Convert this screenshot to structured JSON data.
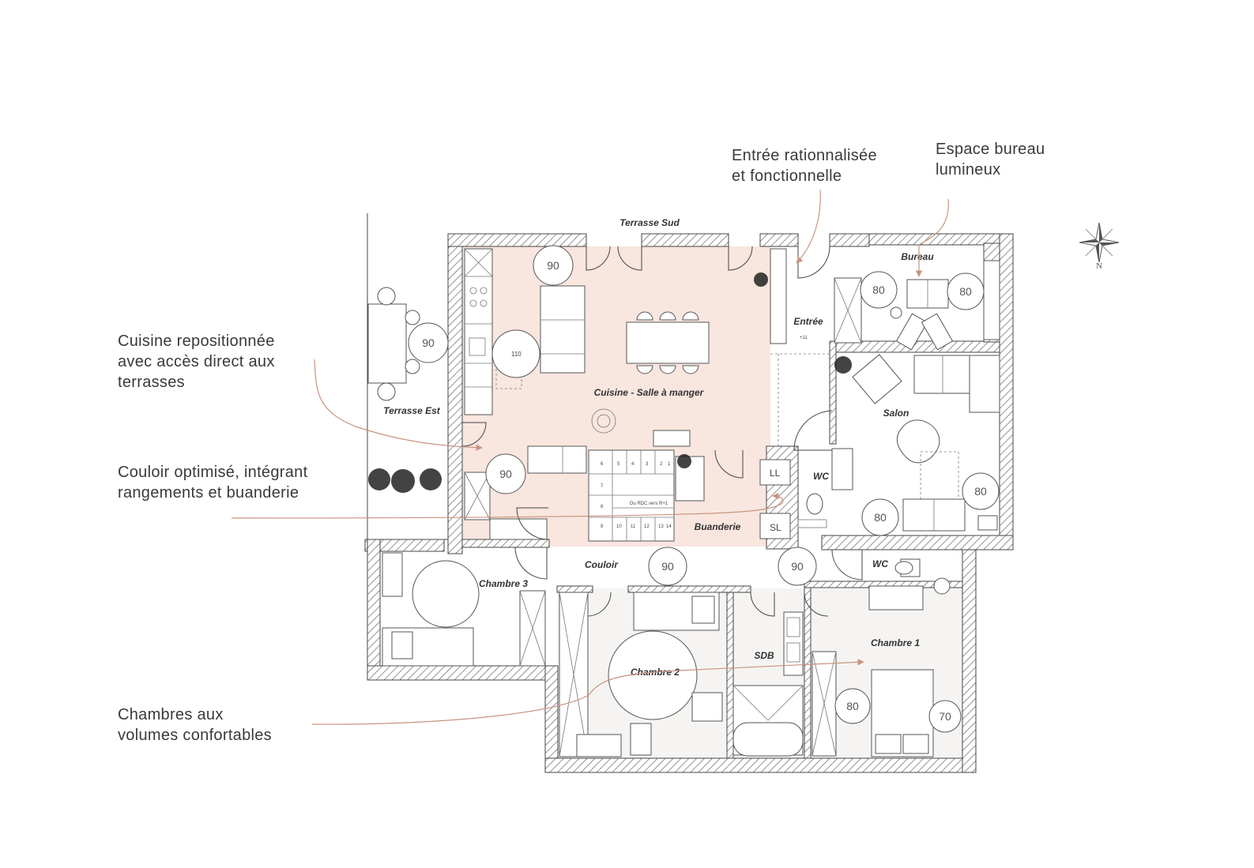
{
  "annotations": {
    "entree": [
      "Entrée rationnalisée",
      "et fonctionnelle"
    ],
    "bureau": [
      "Espace bureau",
      "lumineux"
    ],
    "cuisine": [
      "Cuisine repositionnée",
      "avec accès direct aux",
      "terrasses"
    ],
    "couloir": [
      "Couloir optimisé, intégrant",
      "rangements et buanderie"
    ],
    "chambres": [
      "Chambres aux",
      "volumes confortables"
    ]
  },
  "rooms": {
    "terrasse_sud": "Terrasse Sud",
    "bureau": "Bureau",
    "entree": "Entrée",
    "terrasse_est": "Terrasse Est",
    "cuisine": "Cuisine - Salle à manger",
    "salon": "Salon",
    "wc_1": "WC",
    "buanderie": "Buanderie",
    "couloir": "Couloir",
    "wc_2": "WC",
    "chambre_3": "Chambre 3",
    "sdb": "SDB",
    "chambre_1": "Chambre 1",
    "chambre_2": "Chambre 2"
  },
  "turning_circles": {
    "terrasse_est": "90",
    "cuisine_top": "90",
    "cuisine_bottom": "90",
    "table_110": "110",
    "bureau_left": "80",
    "bureau_right": "80",
    "salon_right": "80",
    "salon_bottom": "80",
    "couloir_left": "90",
    "couloir_right": "90",
    "chambre1_left": "80",
    "chambre1_right": "70"
  },
  "stairs": {
    "label": "Du RDC vers R+1",
    "steps_top": [
      "6",
      "5",
      "4",
      "3",
      "2",
      "1"
    ],
    "steps_side": [
      "7",
      "8"
    ],
    "steps_bottom": [
      "9",
      "10",
      "11",
      "12",
      "13",
      "14"
    ]
  },
  "fixtures": {
    "ll": "LL",
    "sl": "SL",
    "entree_small": "+11"
  },
  "compass": {
    "north": "N"
  },
  "colors": {
    "highlight": "#f8e6df",
    "highlight_light": "#f6f4f2",
    "arrow": "#c9937f",
    "wall": "#444444"
  }
}
